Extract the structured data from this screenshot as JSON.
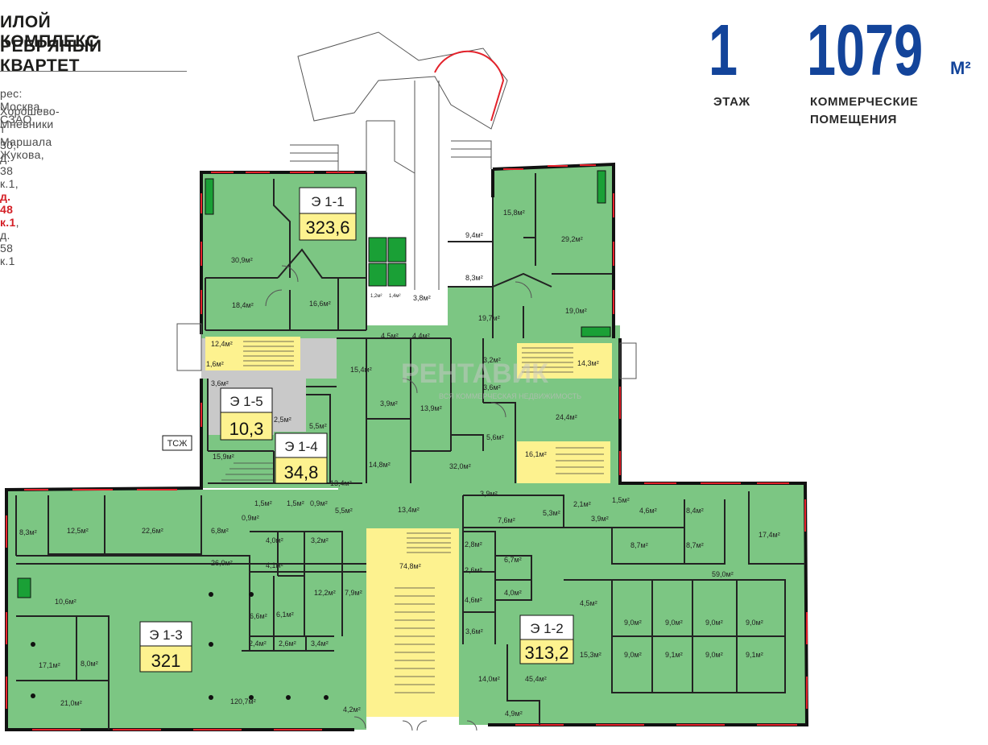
{
  "header": {
    "title_line1": "ИЛОЙ КОМПЛЕКС",
    "title_line2": "РЕБРЯНЫЙ КВАРТЕТ",
    "address_line1": "рес: Москва, СЗАО,",
    "address_line2": "Хорошево-Мневники",
    "address_line3": "т Маршала Жукова,",
    "address_line4_a": "30, д. 38 к.1, ",
    "address_line4_b": "д. 48 к.1",
    "address_line4_c": ", д. 58 к.1"
  },
  "summary": {
    "floor": "1",
    "floor_caption": "ЭТАЖ",
    "area": "1079",
    "area_unit": "М²",
    "area_caption_1": "КОММЕРЧЕСКИЕ",
    "area_caption_2": "ПОМЕЩЕНИЯ"
  },
  "colors": {
    "room_green": "#7cc683",
    "stair_yellow": "#fdf28f",
    "service_gray": "#c9c9c9",
    "wall": "#1a1a1a",
    "window_red": "#e3222b",
    "accent_blue": "#13449a"
  },
  "blocks": [
    {
      "id": "Э 1-1",
      "area": "323,6"
    },
    {
      "id": "Э 1-2",
      "area": "313,2"
    },
    {
      "id": "Э 1-3",
      "area": "321"
    },
    {
      "id": "Э 1-4",
      "area": "34,8"
    },
    {
      "id": "Э 1-5",
      "area": "10,3"
    }
  ],
  "tsj_label": "ТСЖ",
  "watermark": {
    "brand": "РЕНТАВИК",
    "tagline": "ВСЯ КОММЕРЧЕСКАЯ НЕДВИЖИМОСТЬ"
  },
  "rooms": [
    "30,9м²",
    "18,4м²",
    "16,6м²",
    "12,4м²",
    "1,6м²",
    "3,6м²",
    "2,5м²",
    "5,5м²",
    "15,9м²",
    "13,4м²",
    "1,2м²",
    "1,4м²",
    "3,8м²",
    "4,5м²",
    "4,4м²",
    "15,4м²",
    "3,9м²",
    "13,9м²",
    "14,8м²",
    "32,0м²",
    "9,4м²",
    "8,3м²",
    "15,8м²",
    "29,2м²",
    "19,7м²",
    "19,0м²",
    "3,2м²",
    "14,3м²",
    "3,6м²",
    "24,4м²",
    "5,6м²",
    "16,1м²",
    "8,3м²",
    "12,5м²",
    "22,6м²",
    "6,8м²",
    "0,9м²",
    "1,5м²",
    "1,5м²",
    "0,9м²",
    "5,5м²",
    "26,0м²",
    "4,0м²",
    "3,2м²",
    "4,1м²",
    "10,6м²",
    "12,2м²",
    "7,9м²",
    "6,6м²",
    "6,1м²",
    "17,1м²",
    "8,0м²",
    "2,4м²",
    "2,6м²",
    "3,4м²",
    "21,0м²",
    "120,7м²",
    "4,2м²",
    "13,4м²",
    "74,8м²",
    "3,9м²",
    "7,6м²",
    "5,3м²",
    "2,1м²",
    "1,5м²",
    "4,6м²",
    "8,4м²",
    "3,9м²",
    "2,8м²",
    "6,7м²",
    "8,7м²",
    "8,7м²",
    "17,4м²",
    "2,6м²",
    "4,0м²",
    "59,0м²",
    "4,6м²",
    "4,5м²",
    "3,6м²",
    "9,0м²",
    "9,0м²",
    "9,0м²",
    "9,0м²",
    "15,3м²",
    "9,0м²",
    "9,1м²",
    "9,0м²",
    "9,1м²",
    "14,0м²",
    "45,4м²",
    "4,9м²"
  ]
}
